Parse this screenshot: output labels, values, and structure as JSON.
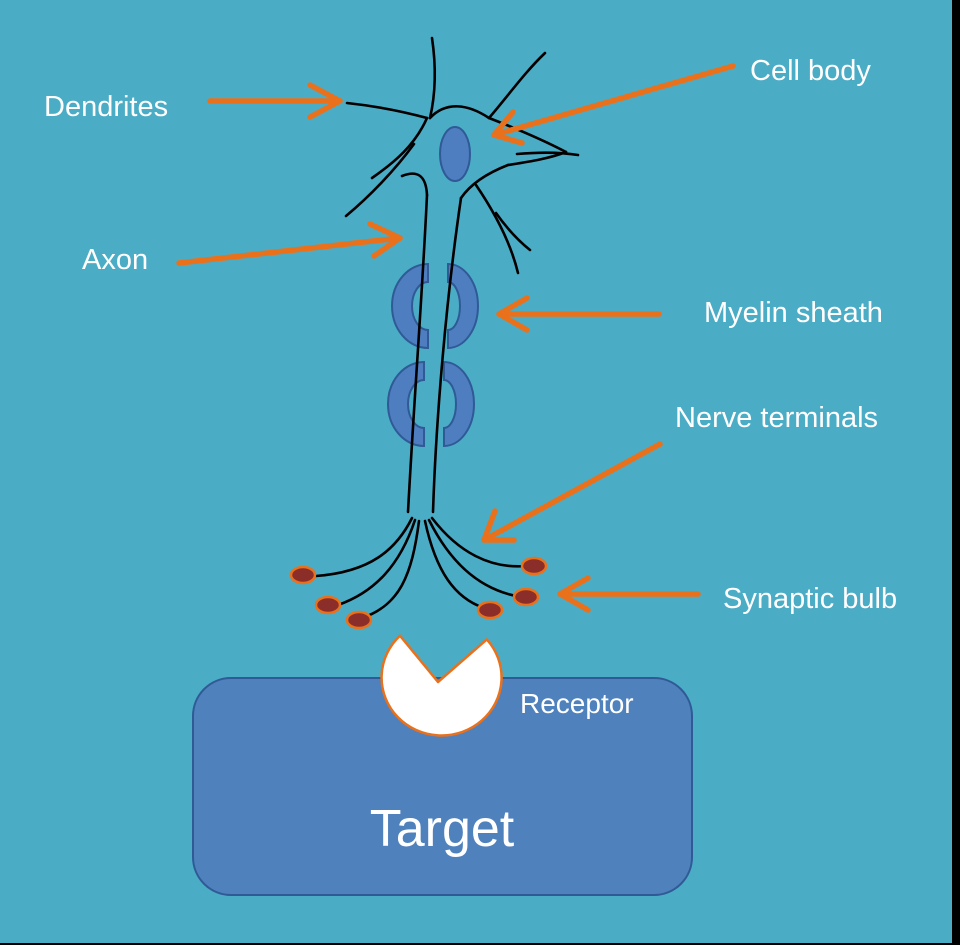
{
  "colors": {
    "background": "#4bacc6",
    "frame": "#000000",
    "arrow": "#e9711c",
    "cell_body_nucleus": "#4e7ec0",
    "myelin": "#4e7ec0",
    "target_fill": "#4f81bd",
    "target_stroke": "#2f5a96",
    "receptor_fill": "#ffffff",
    "receptor_stroke": "#e9711c",
    "synaptic_bulb": "#8b2e2a",
    "nerve_lines": "#000000",
    "label_text": "#ffffff"
  },
  "labels": {
    "dendrites": "Dendrites",
    "cell_body": "Cell body",
    "axon": "Axon",
    "myelin_sheath": "Myelin sheath",
    "nerve_terminals": "Nerve terminals",
    "synaptic_bulb": "Synaptic bulb",
    "receptor": "Receptor",
    "target": "Target"
  },
  "icons": {
    "arrow": "orange-arrow",
    "receptor": "pacman-receptor"
  }
}
